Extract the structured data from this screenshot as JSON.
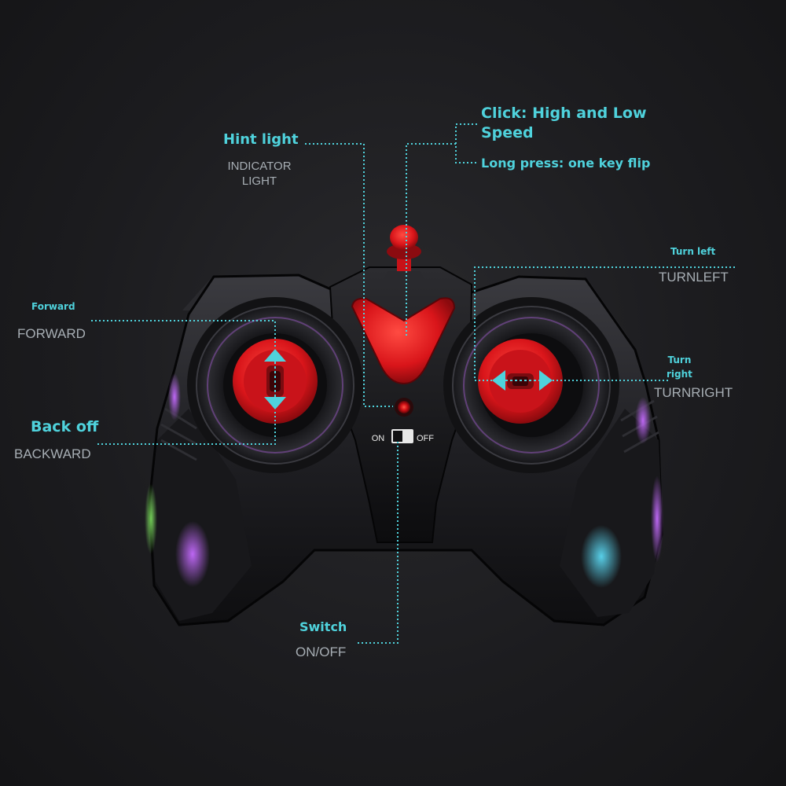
{
  "labels": {
    "hint_light_title": "Hint light",
    "hint_light_sub_line1": "INDICATOR",
    "hint_light_sub_line2": "LIGHT",
    "speed_click_line1": "Click: High and Low",
    "speed_click_line2": "Speed",
    "speed_long_press": "Long press: one key flip",
    "turn_left_title": "Turn left",
    "turn_left_sub": "TURNLEFT",
    "turn_right_title_line1": "Turn",
    "turn_right_title_line2": "right",
    "turn_right_sub": "TURNRIGHT",
    "forward_title": "Forward",
    "forward_sub": "FORWARD",
    "back_title": "Back off",
    "back_sub": "BACKWARD",
    "switch_title": "Switch",
    "switch_sub": "ON/OFF",
    "on_label": "ON",
    "off_label": "OFF"
  },
  "colors": {
    "leader_line": "#4fd2dc",
    "accent_red": "#e0161b",
    "body_dark": "#151517"
  }
}
